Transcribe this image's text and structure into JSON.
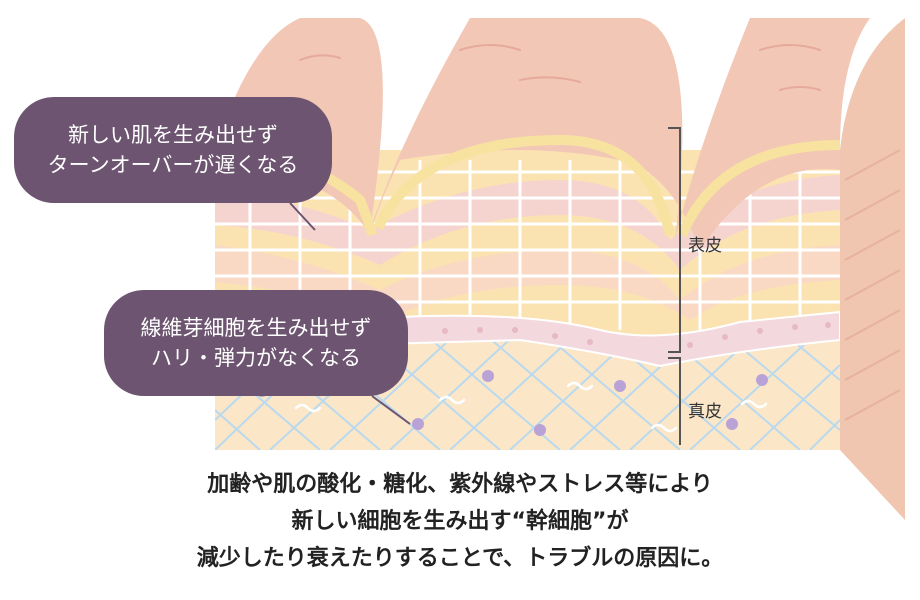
{
  "bubbles": {
    "epidermis_bubble": {
      "line1": "新しい肌を生み出せず",
      "line2": "ターンオーバーが遅くなる"
    },
    "dermis_bubble": {
      "line1": "線維芽細胞を生み出せず",
      "line2": "ハリ・弾力がなくなる"
    }
  },
  "layer_labels": {
    "epidermis": "表皮",
    "dermis": "真皮"
  },
  "caption": {
    "line1": "加齢や肌の酸化・糖化、紫外線やストレス等により",
    "line2": "新しい細胞を生み出す“幹細胞”が",
    "line3": "減少したり衰えたりすることで、トラブルの原因に。"
  },
  "colors": {
    "bubble": "#6d5470",
    "skin_surface": "#f2c7b6",
    "stratum_yellow": "#f7e2a0",
    "cell_pink": "#f5d3cf",
    "cell_yellow": "#fbe2b1",
    "basal_cell": "#f3d8de",
    "dermis_bg": "#fbe6c8",
    "fiber_blue": "#b9d9ee",
    "fibroblast_purple": "#b9a2d6",
    "side_face": "#f0c6b0"
  }
}
